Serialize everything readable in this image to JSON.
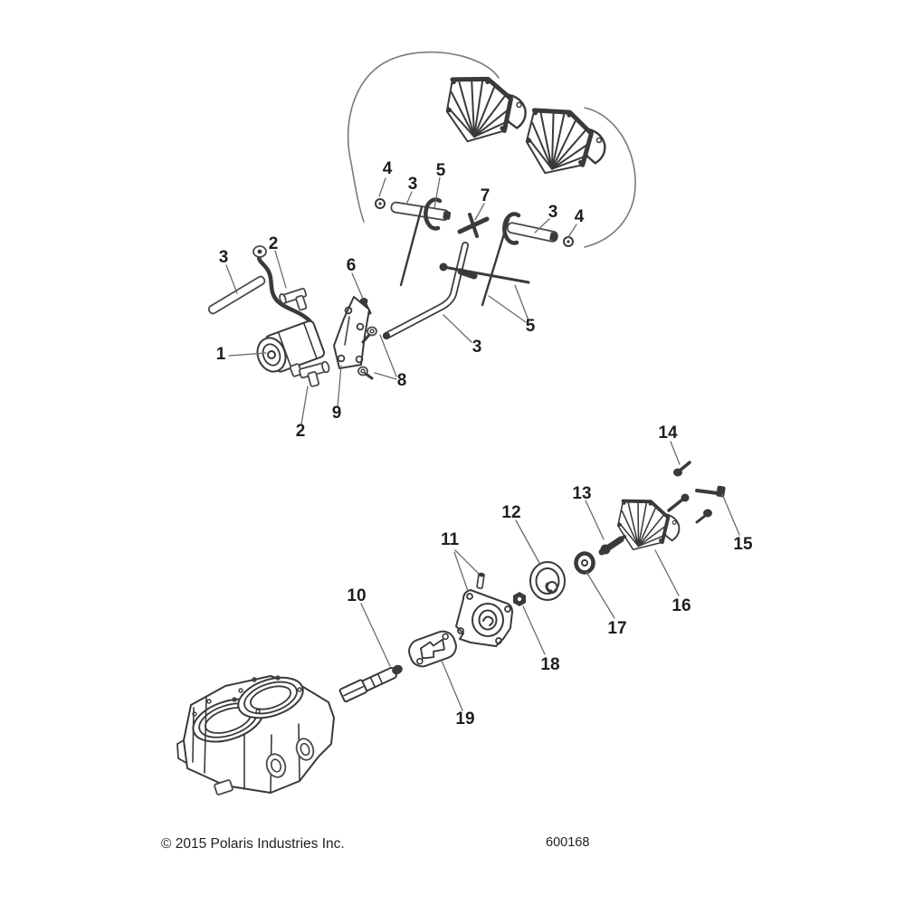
{
  "page": {
    "background_color": "#ffffff",
    "line_color": "#3a3a3a",
    "leader_color": "#6b6b6b",
    "label_color": "#1e1e1e"
  },
  "diagram": {
    "callouts": [
      "4",
      "3",
      "5",
      "7",
      "3",
      "4",
      "3",
      "2",
      "6",
      "1",
      "2",
      "8",
      "9",
      "5",
      "3",
      "14",
      "13",
      "15",
      "12",
      "16",
      "17",
      "11",
      "18",
      "10",
      "19"
    ]
  },
  "footer": {
    "copyright": "© 2015 Polaris Industries Inc.",
    "diagram_number": "600168"
  }
}
